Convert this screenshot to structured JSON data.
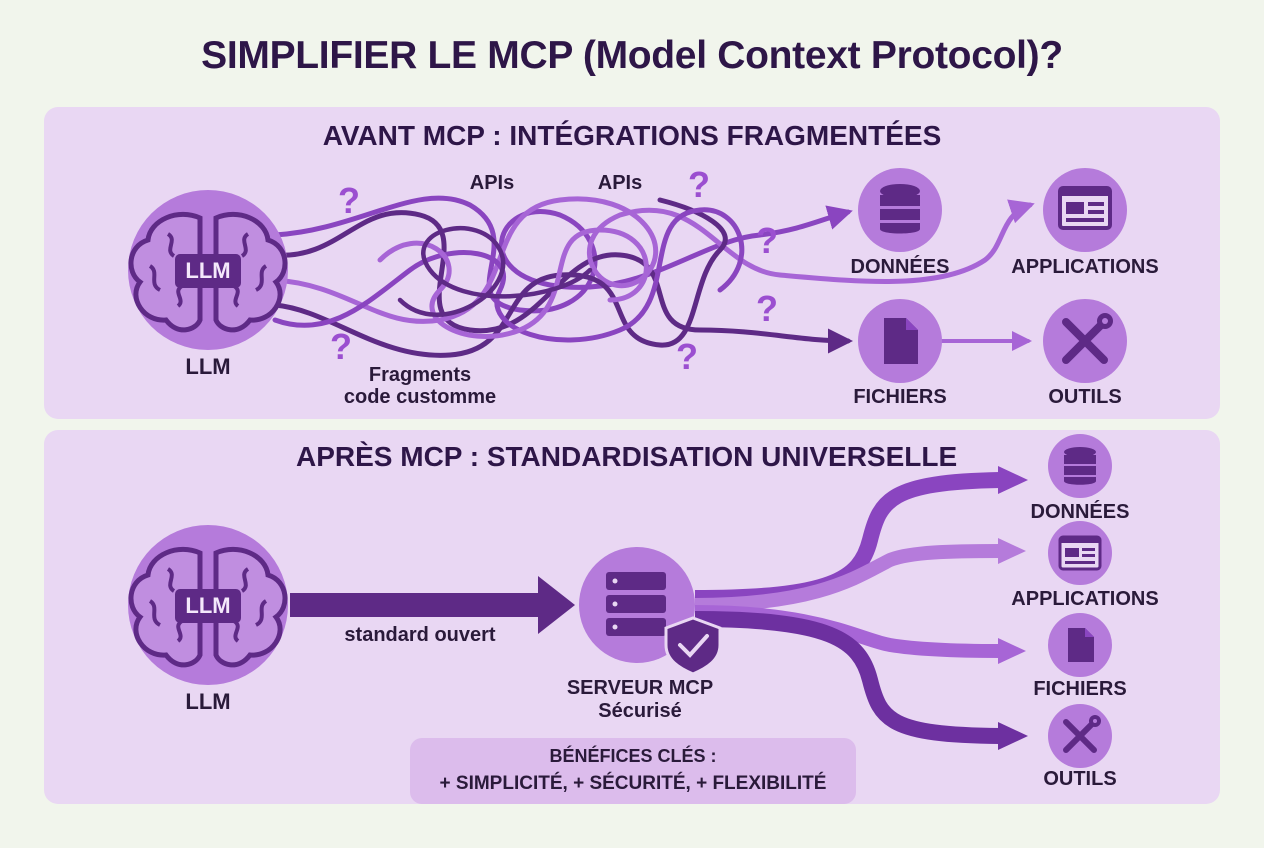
{
  "title": "SIMPLIFIER LE MCP (Model Context Protocol)?",
  "before": {
    "heading": "AVANT MCP : INTÉGRATIONS FRAGMENTÉES",
    "llm_badge": "LLM",
    "llm_label": "LLM",
    "apis_1": "APIs",
    "apis_2": "APIs",
    "fragments_1": "Fragments",
    "fragments_2": "code customme",
    "question_mark": "?",
    "targets": {
      "donnees": "DONNÉES",
      "applications": "APPLICATIONS",
      "fichiers": "FICHIERS",
      "outils": "OUTILS"
    }
  },
  "after": {
    "heading": "APRÈS MCP : STANDARDISATION UNIVERSELLE",
    "llm_badge": "LLM",
    "llm_label": "LLM",
    "arrow_label": "standard ouvert",
    "server_1": "SERVEUR MCP",
    "server_2": "Sécurisé",
    "targets": {
      "donnees": "DONNÉES",
      "applications": "APPLICATIONS",
      "fichiers": "FICHIERS",
      "outils": "OUTILS"
    },
    "benefits_title": "BÉNÉFICES CLÉS :",
    "benefits_list": "+ SIMPLICITÉ, + SÉCURITÉ, + FLEXIBILITÉ"
  },
  "colors": {
    "background": "#f1f5ec",
    "panel": "#e9d7f3",
    "circle": "#b57bdb",
    "dark_purple": "#5e2a86",
    "question": "#9b4fd0",
    "title": "#2e1648"
  },
  "icons": [
    "brain-icon",
    "database-icon",
    "app-window-icon",
    "file-icon",
    "tools-icon",
    "server-icon",
    "shield-check-icon"
  ]
}
